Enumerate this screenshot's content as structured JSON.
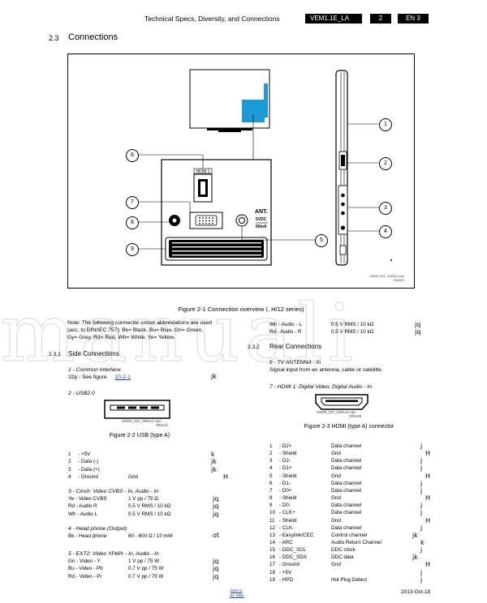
{
  "header": {
    "title": "Technical Specs, Diversity, and Connections",
    "model": "VEM1.1E_LA",
    "page": "2",
    "lang": "EN 3"
  },
  "section": {
    "number": "2.3",
    "title": "Connections"
  },
  "figure1": {
    "hdmi_label": "HDMI 1",
    "ant_label": "ANT.",
    "ant_volt": "5VDC",
    "ant_current": "60mA",
    "file_id": "10000_001_200813.eps",
    "file_date": "200813",
    "caption": "Figure 2-1 Connection overview (..H/12 series)",
    "callouts": [
      "1",
      "2",
      "3",
      "4",
      "5",
      "6",
      "7",
      "8",
      "9"
    ]
  },
  "watermark": "manuali",
  "note": [
    "Note: The following connector colour abbreviations are used",
    "(acc. to DIN/IEC 757): Bk= Black, Bu= Blue, Gn= Green,",
    "Gy= Grey, Rd= Red, Wh= White, Ye= Yellow."
  ],
  "left": {
    "sub_num": "2.3.1",
    "sub_title": "Side Connections",
    "ci_title": "1 - Common Interface",
    "ci_text": "32p - See figure",
    "ci_link": "10-2-1",
    "ci_sym": "jk",
    "usb_title": "2 - USB2.0",
    "usb_file": "10000_022_090121.eps",
    "usb_date": "090121",
    "usb_caption": "Figure 2-2 USB (type A)",
    "usb_rows": [
      {
        "n": "1",
        "name": "- +5V",
        "desc": "",
        "sym": "k"
      },
      {
        "n": "2",
        "name": "- Data (-)",
        "desc": "",
        "sym": "jk"
      },
      {
        "n": "3",
        "name": "- Data (+)",
        "desc": "",
        "sym": "jk"
      },
      {
        "n": "4",
        "name": "- Ground",
        "desc": "Gnd",
        "sym": "H"
      }
    ],
    "cinch_title": "3 - Cinch: Video CVBS - In, Audio - In",
    "cinch_rows": [
      {
        "name": "Ye - Video CVBS",
        "val": "1 V pp / 75 Ω",
        "sym": "jq"
      },
      {
        "name": "Rd - Audio R",
        "val": "0.5 V RMS / 10 kΩ",
        "sym": "jq"
      },
      {
        "name": "Wh - Audio L",
        "val": "0.5 V RMS / 10 kΩ",
        "sym": "jq"
      }
    ],
    "hp_title": "4 - Head phone (Output)",
    "hp_row": {
      "name": "Bk - Head phone",
      "val": "80 - 600 Ω / 10 mW",
      "sym": "ot"
    },
    "ext_title": "5 - EXT2: Video YPbPr - In, Audio - In",
    "ext_rows": [
      {
        "name": "Gn - Video - Y",
        "val": "1 V pp / 75 W",
        "sym": "jq"
      },
      {
        "name": "Bu - Video - Pb",
        "val": "0.7 V pp / 75 W",
        "sym": "jq"
      },
      {
        "name": "Rd - Video - Pr",
        "val": "0.7 V pp / 75 W",
        "sym": "jq"
      }
    ]
  },
  "right": {
    "audio_rows": [
      {
        "name": "Wh - Audio - L",
        "val": "0.5 V RMS / 10 kΩ",
        "sym": "jq"
      },
      {
        "name": "Rd - Audio - R",
        "val": "0.5 V RMS / 10 kΩ",
        "sym": "jq"
      }
    ],
    "sub_num": "2.3.2",
    "sub_title": "Rear Connections",
    "tv_title": "6 - TV ANTENNA - In",
    "tv_text": "Signal input from an antenna, cable or satellite.",
    "hdmi_title": "7 - HDMI 1: Digital Video, Digital Audio - In",
    "hdmi_file": "10000_017_090121.eps",
    "hdmi_date": "090428",
    "hdmi_caption": "Figure 2-3 HDMI (type A) connector",
    "hdmi_rows": [
      {
        "n": "1",
        "name": "- D2+",
        "desc": "Data channel",
        "sym": "j"
      },
      {
        "n": "2",
        "name": "- Shield",
        "desc": "Gnd",
        "sym": "H"
      },
      {
        "n": "3",
        "name": "- D2-",
        "desc": "Data channel",
        "sym": "j"
      },
      {
        "n": "4",
        "name": "- D1+",
        "desc": "Data channel",
        "sym": "j"
      },
      {
        "n": "5",
        "name": "- Shield",
        "desc": "Gnd",
        "sym": "H"
      },
      {
        "n": "6",
        "name": "- D1-",
        "desc": "Data channel",
        "sym": "j"
      },
      {
        "n": "7",
        "name": "- D0+",
        "desc": "Data channel",
        "sym": "j"
      },
      {
        "n": "8",
        "name": "- Shield",
        "desc": "Gnd",
        "sym": "H"
      },
      {
        "n": "9",
        "name": "- D0-",
        "desc": "Data channel",
        "sym": "j"
      },
      {
        "n": "10",
        "name": "- CLK+",
        "desc": "Data channel",
        "sym": "j"
      },
      {
        "n": "11",
        "name": "- Shield",
        "desc": "Gnd",
        "sym": "H"
      },
      {
        "n": "12",
        "name": "- CLK-",
        "desc": "Data channel",
        "sym": "j"
      },
      {
        "n": "13",
        "name": "- Easylink/CEC",
        "desc": "Control channel",
        "sym": "jk"
      },
      {
        "n": "14",
        "name": "- ARC",
        "desc": "Audio Return Channel",
        "sym": "k"
      },
      {
        "n": "15",
        "name": "- DDC_SCL",
        "desc": "DDC clock",
        "sym": "j"
      },
      {
        "n": "16",
        "name": "- DDC_SDA",
        "desc": "DDC data",
        "sym": "jk"
      },
      {
        "n": "17",
        "name": "- Ground",
        "desc": "Gnd",
        "sym": "H"
      },
      {
        "n": "18",
        "name": "- +5V",
        "desc": "",
        "sym": "j"
      },
      {
        "n": "19",
        "name": "- HPD",
        "desc": "Hot Plug Detect",
        "sym": "j"
      }
    ]
  },
  "footer": {
    "back1": "back to",
    "back2": "div. table",
    "date": "2013-Oct-18"
  }
}
